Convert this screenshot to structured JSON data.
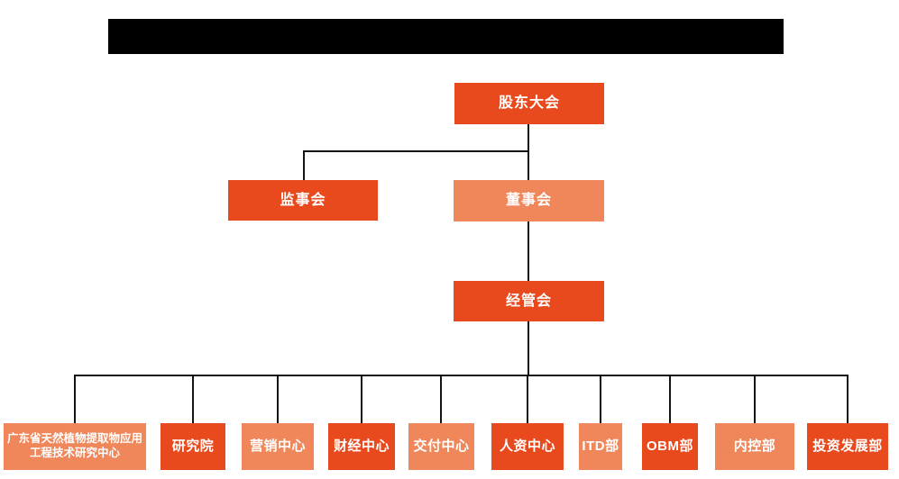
{
  "colors": {
    "primary": "#E84A1D",
    "secondary": "#EF875B",
    "connector": "#141414",
    "redaction": "#000000"
  },
  "org": {
    "shareholders": {
      "label": "股东大会"
    },
    "supervisory_board": {
      "label": "监事会"
    },
    "board_of_directors": {
      "label": "董事会"
    },
    "management_committee": {
      "label": "经管会"
    },
    "departments": [
      {
        "label": "广东省天然植物提取物应用工程技术研究中心"
      },
      {
        "label": "研究院"
      },
      {
        "label": "营销中心"
      },
      {
        "label": "财经中心"
      },
      {
        "label": "交付中心"
      },
      {
        "label": "人资中心"
      },
      {
        "label": "ITD部"
      },
      {
        "label": "OBM部"
      },
      {
        "label": "内控部"
      },
      {
        "label": "投资发展部"
      }
    ]
  }
}
